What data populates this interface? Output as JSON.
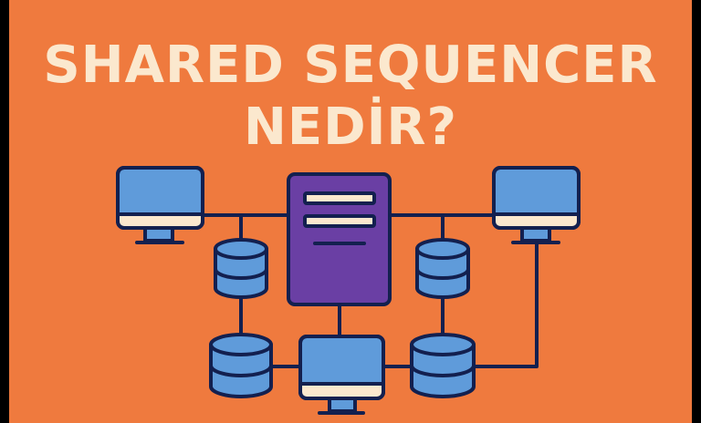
{
  "title": {
    "line1": "SHARED SEQUENCER",
    "line2": "NEDİR?"
  },
  "colors": {
    "background": "#EF7A3E",
    "frame": "#000000",
    "title_text": "#FBE8CE",
    "outline": "#13204F",
    "device_fill": "#5F9BDA",
    "screen_bezel": "#FBE8CE",
    "sequencer_fill": "#6A3FA4"
  },
  "diagram": {
    "nodes": [
      {
        "id": "monitor-top-left",
        "type": "monitor-icon"
      },
      {
        "id": "monitor-top-right",
        "type": "monitor-icon"
      },
      {
        "id": "monitor-bottom-center",
        "type": "monitor-icon"
      },
      {
        "id": "shared-sequencer",
        "type": "server-document-icon"
      },
      {
        "id": "database-upper-left",
        "type": "database-icon"
      },
      {
        "id": "database-upper-right",
        "type": "database-icon"
      },
      {
        "id": "database-lower-left",
        "type": "database-icon"
      },
      {
        "id": "database-lower-right",
        "type": "database-icon"
      }
    ]
  }
}
